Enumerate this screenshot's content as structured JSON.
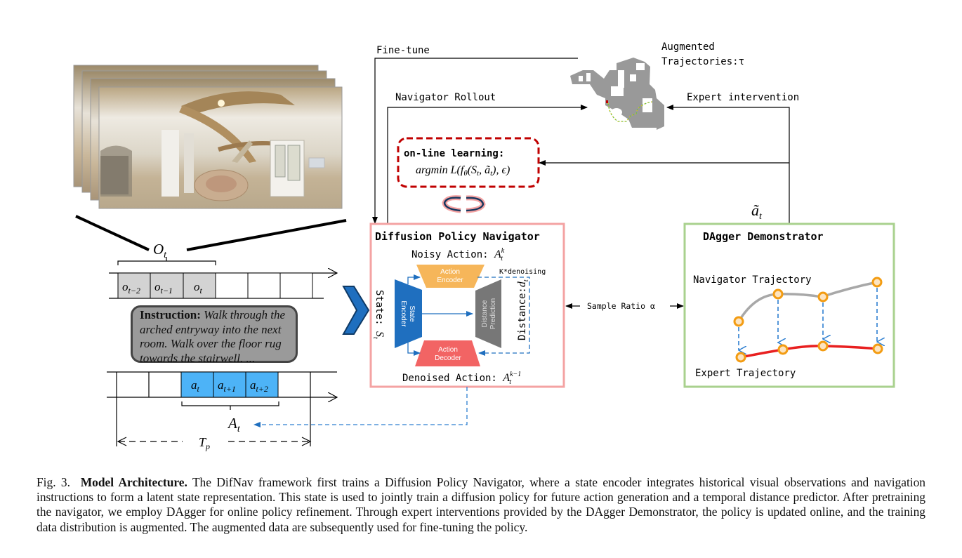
{
  "figure": {
    "observation_stack": {
      "frame_count": 4,
      "description": "stacked 360-degree panoramic indoor images"
    },
    "observation_label": "O_t",
    "obs_cells": [
      "o_{t-2}",
      "o_{t-1}",
      "o_t"
    ],
    "instruction": {
      "prefix": "Instruction:",
      "text": "Walk through the arched entryway into the next room. Walk over the floor rug towards the stairwell. ..."
    },
    "action_cells": [
      "a_t",
      "a_{t+1}",
      "a_{t+2}"
    ],
    "action_label": "A_t",
    "horizon_label": "T_p",
    "top_loop": {
      "finetune_label": "Fine-tune",
      "rollout_label": "Navigator Rollout",
      "augmented_label_line1": "Augmented",
      "augmented_label_line2": "Trajectories:τ",
      "expert_label": "Expert intervention",
      "expert_action_label": "ã_t"
    },
    "online_learning": {
      "title": "on-line learning:",
      "formula": "argmin L(f_θ(S_t, ã_t), ϵ)"
    },
    "navigator": {
      "title": "Diffusion Policy Navigator",
      "noisy_action": "Noisy Action: A_t^k",
      "denoised_action": "Denoised Action: A_t^{k-1}",
      "state_label": "State: S_t",
      "distance_label": "Distance: d_t",
      "k_denoising": "K*denoising",
      "action_encoder": [
        "Action",
        "Encoder"
      ],
      "action_decoder": [
        "Action",
        "Decoder"
      ],
      "state_encoder": [
        "State",
        "Encoder"
      ],
      "distance_prediction": [
        "Distance",
        "Prediction"
      ]
    },
    "sample_ratio_label": "Sample Ratio α",
    "demonstrator": {
      "title": "DAgger Demonstrator",
      "navigator_traj_label": "Navigator Trajectory",
      "expert_traj_label": "Expert Trajectory",
      "navigator_points": 4,
      "expert_points": 4
    },
    "colors": {
      "navigator_border": "#f4a3a3",
      "demonstrator_border": "#a9d18e",
      "state_encoder": "#1f6fbf",
      "action_encoder": "#f6b65a",
      "action_decoder": "#f26464",
      "distance_prediction": "#7a7a7a",
      "online_box": "#c00000",
      "dashed_arrow": "#2e7fd1",
      "expert_line": "#e82020",
      "nav_line": "#a8a8a8",
      "waypoint": "#f39c12",
      "obs_cell": "#d0d0d0",
      "action_cell": "#4db3f7"
    }
  },
  "caption": {
    "label": "Fig. 3.",
    "bold": "Model Architecture.",
    "text": "The DifNav framework first trains a Diffusion Policy Navigator, where a state encoder integrates historical visual observations and navigation instructions to form a latent state representation. This state is used to jointly train a diffusion policy for future action generation and a temporal distance predictor. After pretraining the navigator, we employ DAgger for online policy refinement. Through expert interventions provided by the DAgger Demonstrator, the policy is updated online, and the training data distribution is augmented. The augmented data are subsequently used for fine-tuning the policy."
  }
}
